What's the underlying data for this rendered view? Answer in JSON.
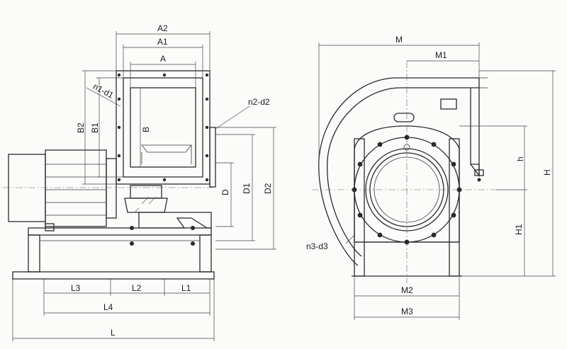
{
  "labels": {
    "A2": "A2",
    "A1": "A1",
    "A": "A",
    "B": "B",
    "B1": "B1",
    "B2": "B2",
    "n1d1": "n1-d1",
    "n2d2": "n2-d2",
    "n3d3": "n3-d3",
    "D": "D",
    "D1": "D1",
    "D2": "D2",
    "L": "L",
    "L1": "L1",
    "L2": "L2",
    "L3": "L3",
    "L4": "L4",
    "M": "M",
    "M1": "M1",
    "M2": "M2",
    "M3": "M3",
    "H": "H",
    "H1": "H1",
    "h": "h"
  }
}
